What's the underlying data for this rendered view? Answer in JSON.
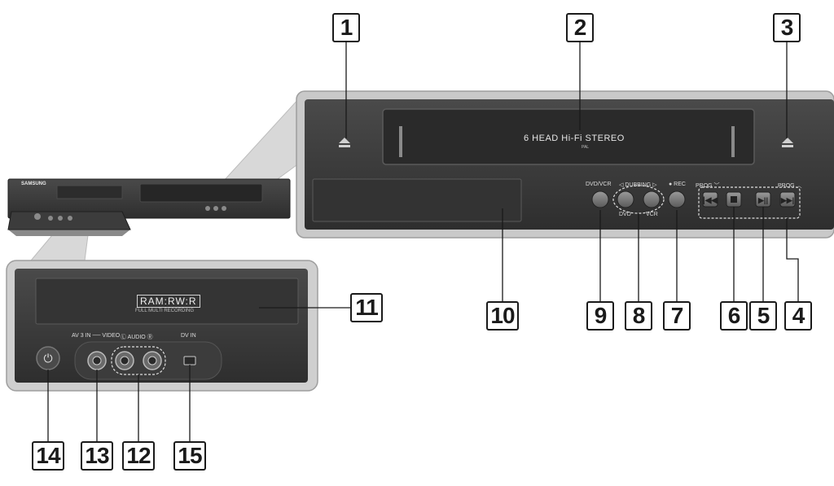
{
  "device": {
    "brand": "SAMSUNG",
    "deck_text": "6 HEAD Hi-Fi STEREO",
    "deck_subtext": "PAL",
    "dvd_vcr_label": "DVD/VCR",
    "dubbing_label": "◁ DUBBING ▷",
    "dvd_label": "DVD",
    "vcr_label": "VCR",
    "rec_label": "● REC",
    "prog_down_label": "PROG ﹀",
    "prog_up_label": "PROG ︿",
    "disc_logo": "RAM:RW:R",
    "disc_sub": "FULL MULTI RECORDING",
    "av_label": "AV 3 IN ── VIDEO",
    "audio_label": "Ⓛ AUDIO Ⓡ",
    "dv_label": "DV IN"
  },
  "callouts": {
    "c1": "1",
    "c2": "2",
    "c3": "3",
    "c4": "4",
    "c5": "5",
    "c6": "6",
    "c7": "7",
    "c8": "8",
    "c9": "9",
    "c10": "10",
    "c11": "11",
    "c12": "12",
    "c13": "13",
    "c14": "14",
    "c15": "15"
  },
  "colors": {
    "panel": "#3a3a3a",
    "panel_dark": "#2a2a2a",
    "frame": "#bfbfbf",
    "line": "#1a1a1a"
  }
}
